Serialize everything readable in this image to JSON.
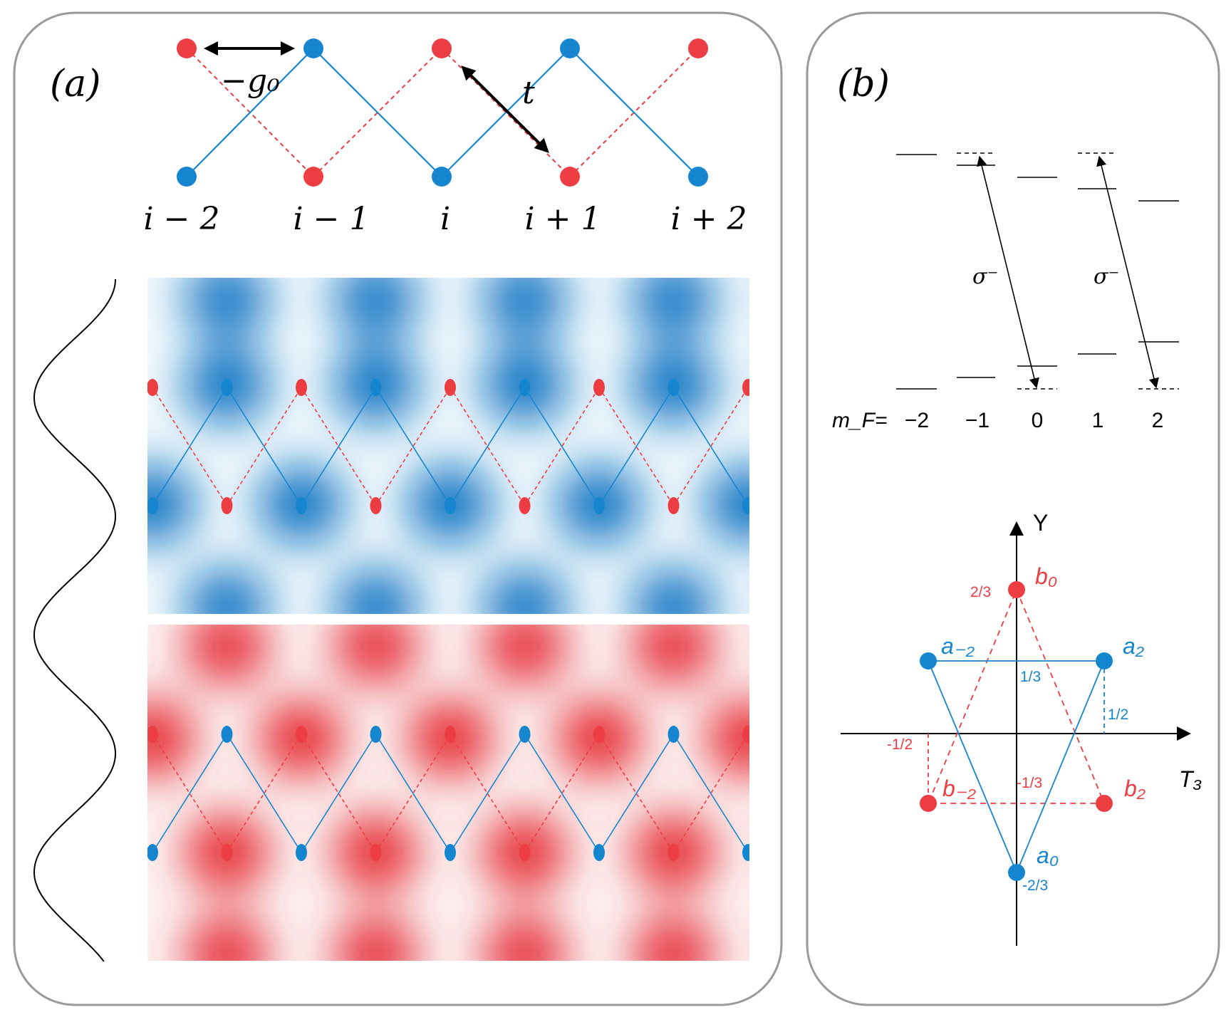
{
  "colors": {
    "blue": "#1585cf",
    "red": "#ec3d43",
    "blue_dark": "#0a74c3",
    "red_dark": "#e52d36",
    "panel_border": "#9a9a9a"
  },
  "panel_a": {
    "label": "(a)",
    "g0_label": "−g₀",
    "t_label": "t",
    "site_labels": [
      "i − 2",
      "i − 1",
      "i",
      "i + 1",
      "i + 2"
    ]
  },
  "panel_b": {
    "label": "(b)",
    "mf_label": "m_F=",
    "mf_values": [
      "−2",
      "−1",
      "0",
      "1",
      "2"
    ],
    "sigma_labels": [
      "σ⁻",
      "σ⁻"
    ],
    "y_axis_label": "Y",
    "x_axis_label": "T₃",
    "states": {
      "b0": "b₀",
      "b2": "b₂",
      "b_minus2": "b₋₂",
      "a2": "a₂",
      "a_minus2": "a₋₂",
      "a0": "a₀"
    },
    "values": {
      "y_b0": "2/3",
      "y_a": "1/3",
      "t3_a2": "1/2",
      "t3_b_minus2": "-1/2",
      "y_b": "-1/3",
      "y_a0": "-2/3"
    }
  }
}
